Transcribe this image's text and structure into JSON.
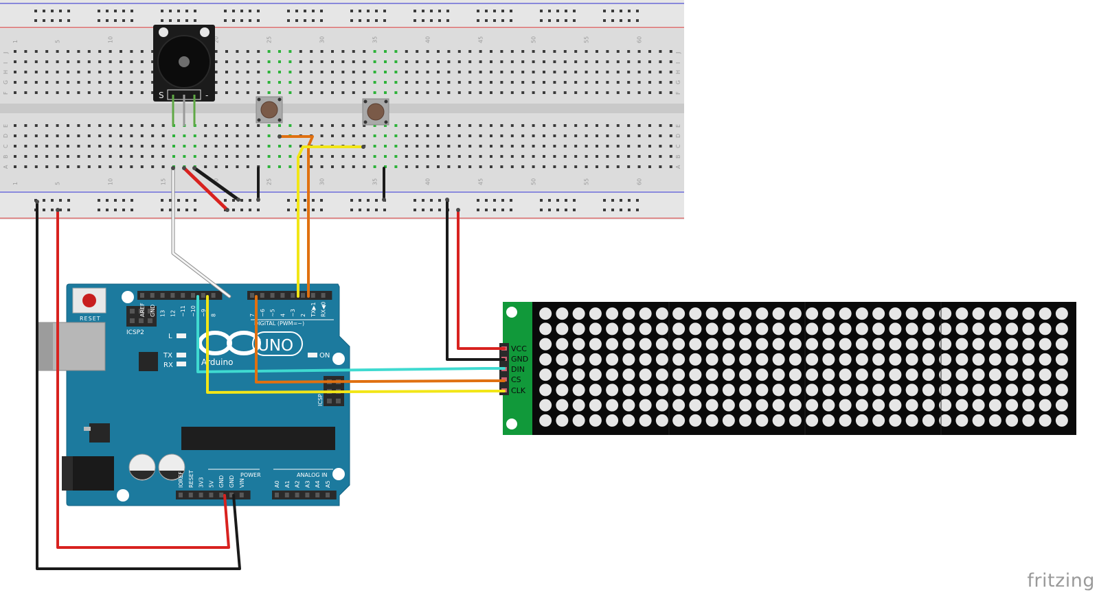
{
  "breadboard": {
    "column_numbers": [
      "1",
      "5",
      "10",
      "15",
      "20",
      "25",
      "30",
      "35",
      "40",
      "45",
      "50",
      "55",
      "60"
    ],
    "row_letters_top": [
      "J",
      "I",
      "H",
      "G",
      "F"
    ],
    "row_letters_bottom": [
      "E",
      "D",
      "C",
      "B",
      "A"
    ]
  },
  "buzzer": {
    "pin_labels": [
      "S",
      "-"
    ]
  },
  "arduino": {
    "reset_label": "RESET",
    "icsp2_label": "ICSP2",
    "icsp_label": "ICSP",
    "brand": "Arduino",
    "model": "UNO",
    "digital_label": "DIGITAL (PWM=~)",
    "power_label": "POWER",
    "analog_label": "ANALOG IN",
    "led_labels": {
      "l": "L",
      "tx": "TX",
      "rx": "RX",
      "on": "ON"
    },
    "top_header_left": [
      "AREF",
      "GND",
      "13",
      "12",
      "~11",
      "~10",
      "~9",
      "8"
    ],
    "top_header_right": [
      "7",
      "~6",
      "~5",
      "4",
      "~3",
      "2",
      "TX▶1",
      "RX◀0"
    ],
    "power_pins": [
      "IOREF",
      "RESET",
      "3V3",
      "5V",
      "GND",
      "GND",
      "VIN"
    ],
    "analog_pins": [
      "A0",
      "A1",
      "A2",
      "A3",
      "A4",
      "A5"
    ]
  },
  "matrix_module": {
    "pins": [
      "VCC",
      "GND",
      "DIN",
      "CS",
      "CLK"
    ],
    "modules": 4,
    "rows": 8,
    "cols_per_module": 8
  },
  "colors": {
    "board": "#1c7a9e",
    "wire_red": "#d8221f",
    "wire_black": "#1a1a1a",
    "wire_orange": "#e07010",
    "wire_yellow": "#f2e617",
    "wire_cyan": "#3fdad0",
    "wire_white": "#f0f0f0",
    "pcb_green": "#11993a"
  },
  "watermark": "fritzing"
}
